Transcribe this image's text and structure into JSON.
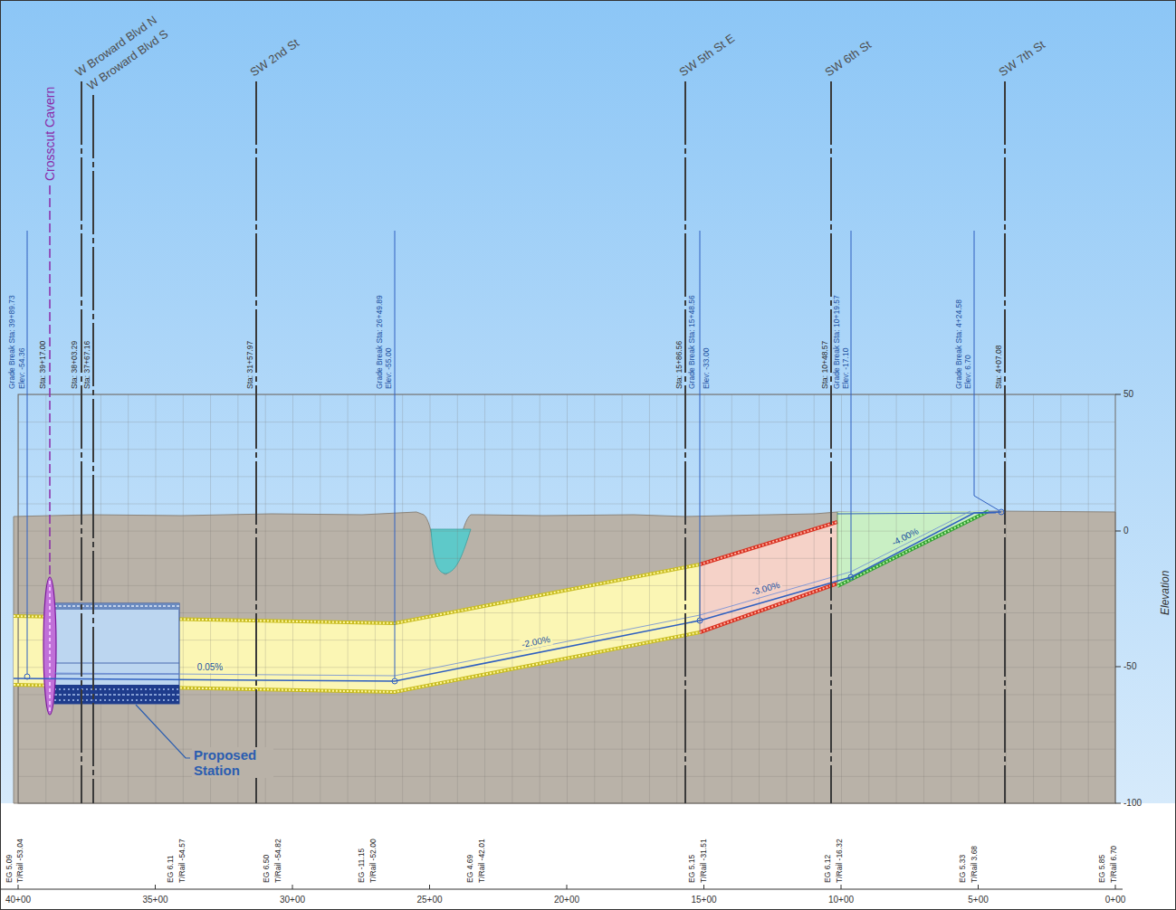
{
  "diagram": {
    "labels": [
      "Crosscut Cavern",
      "W Broward Blvd N",
      "W Broward Blvd S",
      "SW 2nd St",
      "SW 5th St E",
      "SW 6th St",
      "SW 7th St",
      "Grade Break Sta: 39+89.73",
      "Elev: -54.36",
      "Sta: 39+17.00",
      "Sta: 38+03.29",
      "Sta: 37+67.16",
      "Sta: 31+57.97",
      "Grade Break Sta: 26+49.89",
      "Elev: -55.00",
      "Sta: 15+86.56",
      "Grade Break Sta: 15+48.56",
      "Elev: -33.00",
      "Sta: 10+48.57",
      "Grade Break Sta: 10+19.57",
      "Elev: -17.10",
      "Grade Break Sta: 4+24.58",
      "Elev: 6.70",
      "Sta: 4+07.08",
      "50",
      "0",
      "-50",
      "-100",
      "Elevation",
      "0.05%",
      "-2.00%",
      "-3.00%",
      "-4.00%",
      "Proposed Station",
      "EG 5.09",
      "T/Rail -53.04",
      "EG 6.11",
      "T/Rail -54.57",
      "EG 6.50",
      "T/Rail -54.82",
      "EG -11.15",
      "T/Rail -52.00",
      "EG 4.69",
      "T/Rail -42.01",
      "EG 5.15",
      "T/Rail -31.51",
      "EG 6.12",
      "T/Rail -16.32",
      "EG 5.33",
      "T/Rail 3.68",
      "EG 5.85",
      "T/Rail 6.70",
      "40+00",
      "35+00",
      "30+00",
      "25+00",
      "20+00",
      "15+00",
      "10+00",
      "5+00",
      "0+00"
    ]
  }
}
